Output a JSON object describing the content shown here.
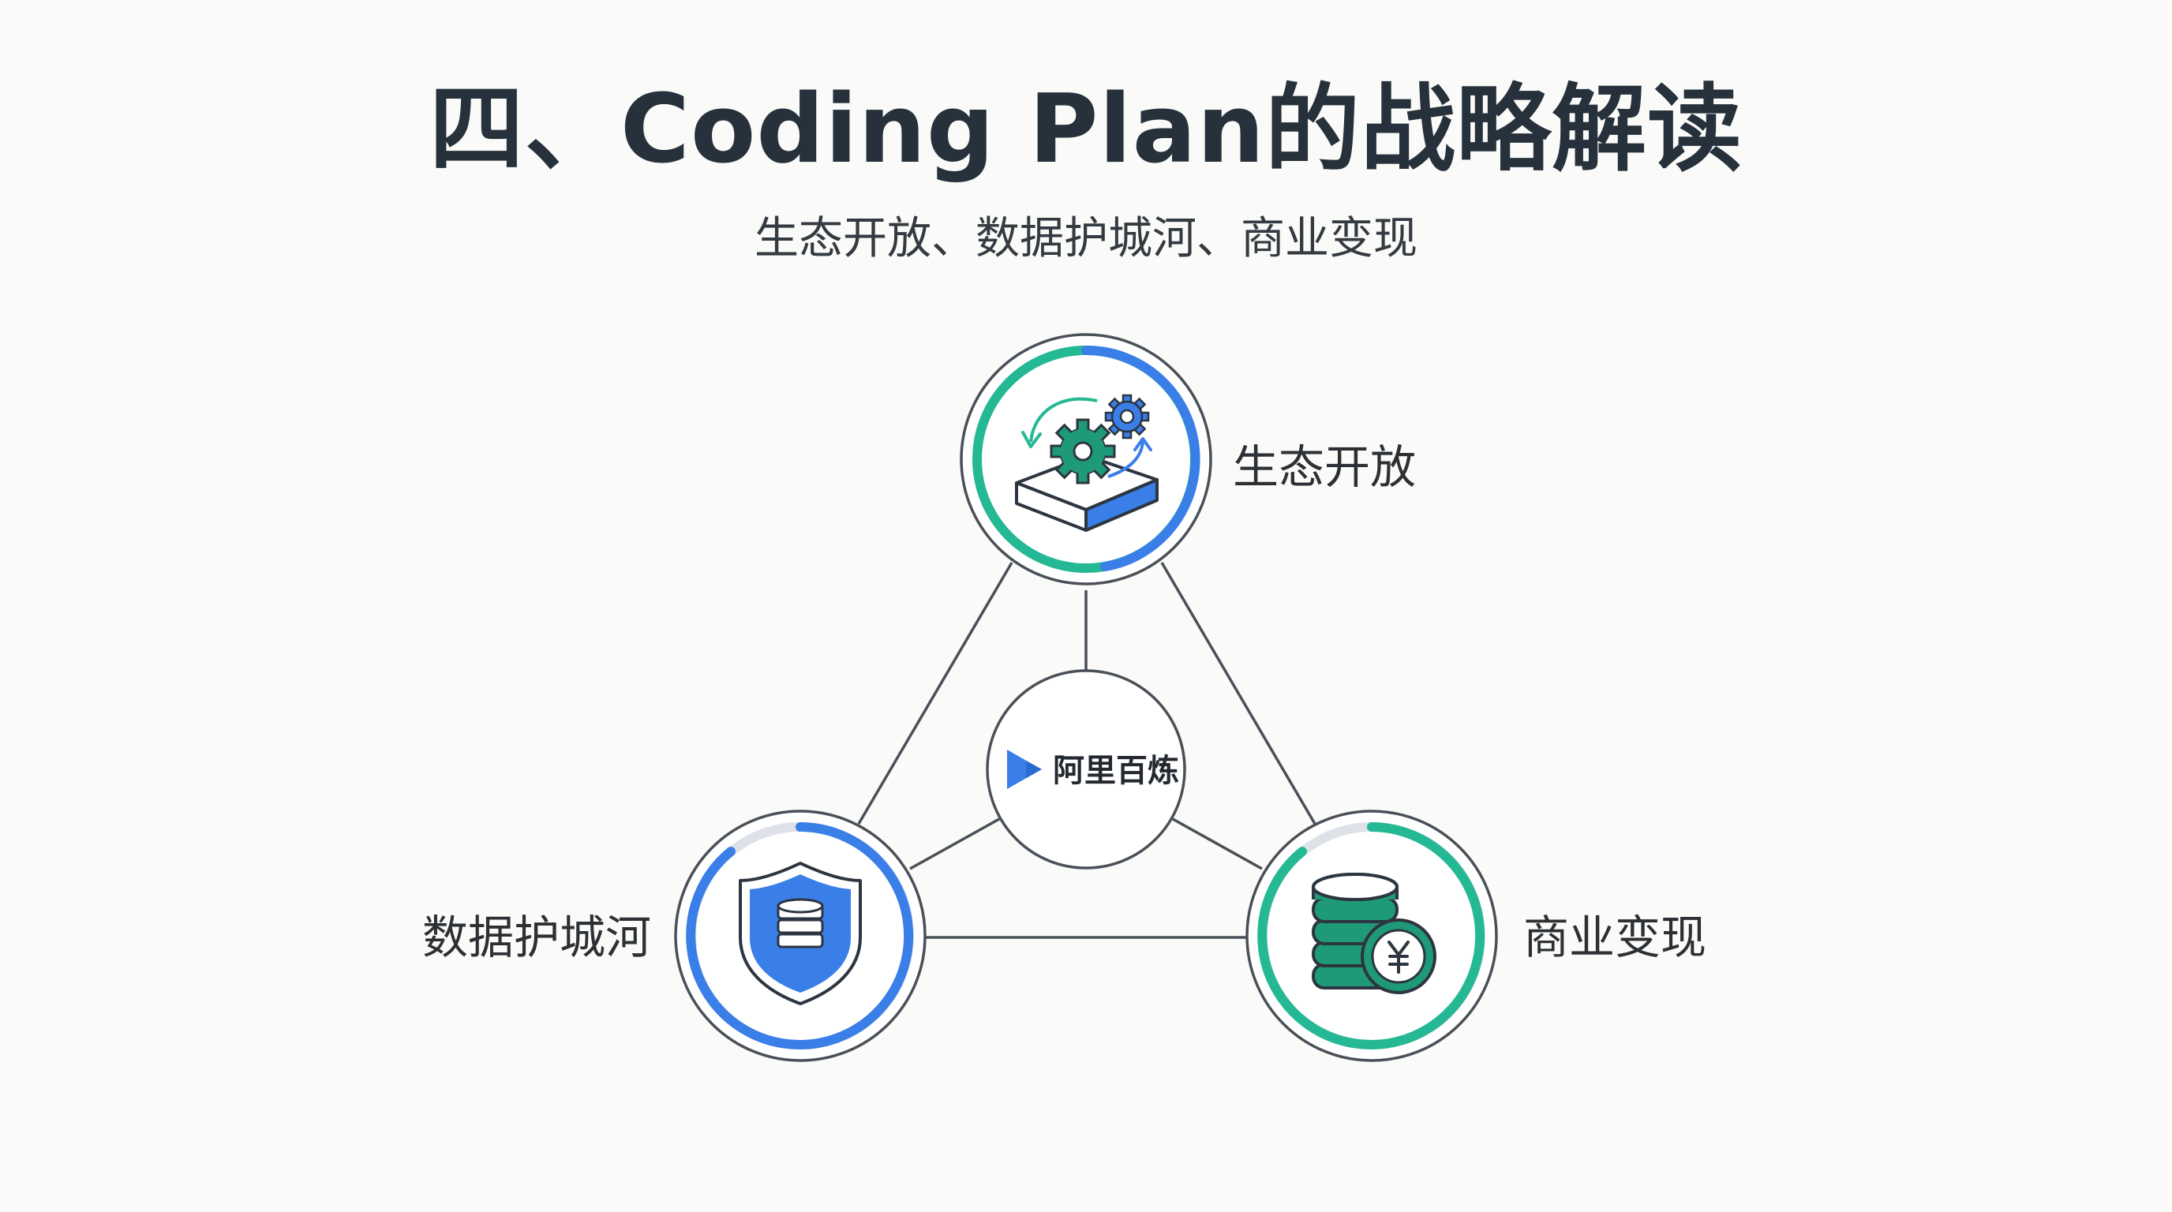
{
  "title": "四、Coding Plan的战略解读",
  "subtitle": "生态开放、数据护城河、商业变现",
  "center": {
    "brand": "阿里百炼",
    "icon": "bailian-logo-icon"
  },
  "nodes": {
    "top": {
      "label": "生态开放",
      "icon": "gear-platform-icon"
    },
    "left": {
      "label": "数据护城河",
      "icon": "shield-database-icon"
    },
    "right": {
      "label": "商业变现",
      "icon": "coins-yuan-icon"
    }
  },
  "colors": {
    "blue": "#3a7ee8",
    "green": "#25b894",
    "dark_green": "#1f8a6e",
    "line": "#4a5058",
    "text": "#26313b"
  }
}
